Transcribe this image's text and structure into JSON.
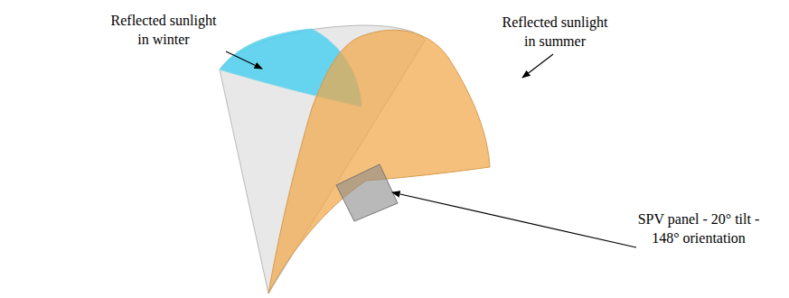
{
  "diagram": {
    "labels": [
      "Reflected sunlight in winter",
      "Reflected sunlight in summer",
      "SPV panel - 20° tilt - 148° orientation"
    ]
  }
}
